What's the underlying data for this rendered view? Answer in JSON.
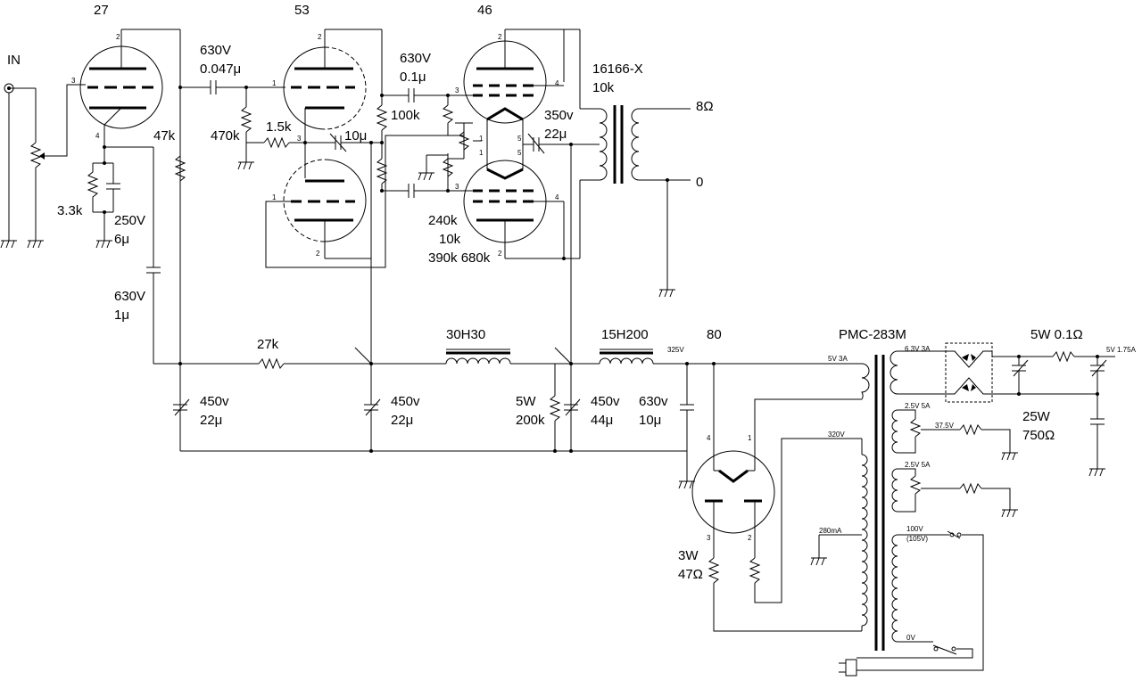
{
  "tubes": {
    "v27": "27",
    "v53": "53",
    "v46": "46",
    "v80": "80"
  },
  "labels": {
    "input": "IN",
    "output_transformer": "16166-X",
    "output_transformer_z": "10k",
    "out_8ohm": "8Ω",
    "out_0": "0",
    "power_transformer": "PMC-283M",
    "choke1": "30H30",
    "choke2": "15H200"
  },
  "components": {
    "c_630v_0047u": [
      "630V",
      "0.047μ"
    ],
    "c_630v_01u": [
      "630V",
      "0.1μ"
    ],
    "r_470k": "470k",
    "r_15k": "1.5k",
    "c_10u": "10μ",
    "r_100k": "100k",
    "c_350v_22u": [
      "350v",
      "22μ"
    ],
    "r_47k": "47k",
    "r_33k": "3.3k",
    "c_250v_6u": [
      "250V",
      "6μ"
    ],
    "r_set_a": "240k",
    "r_set_b": "10k",
    "r_set_c": "390k 680k",
    "c_630v_1u": [
      "630V",
      "1μ"
    ],
    "r_27k": "27k",
    "c_450v_22u_a": [
      "450v",
      "22μ"
    ],
    "c_450v_22u_b": [
      "450v",
      "22μ"
    ],
    "r_5w_200k": [
      "5W",
      "200k"
    ],
    "c_450v_44u": [
      "450v",
      "44μ"
    ],
    "c_630v_10u": [
      "630v",
      "10μ"
    ],
    "r_3w_47": [
      "3W",
      "47Ω"
    ],
    "r_5w_01": "5W 0.1Ω",
    "r_25w_750": [
      "25W",
      "750Ω"
    ]
  },
  "small_labels": {
    "b_plus": "325V",
    "fil_5v": "5V 3A",
    "hv_320": "320V",
    "ct_280ma": "280mA",
    "h_63v": "6.3V 3A",
    "out_5v": "5V 1.75A",
    "h_25v_a": "2.5V 5A",
    "h_25v_b": "2.5V 5A",
    "v_375": "37.5V",
    "pri_100": "100V",
    "pri_105": "(105V)",
    "pri_0": "0V"
  },
  "pins": {
    "p2": "2",
    "p3": "3",
    "p4": "4",
    "p1": "1",
    "p5": "5"
  },
  "colors": {
    "line": "#000000",
    "background": "#ffffff"
  }
}
